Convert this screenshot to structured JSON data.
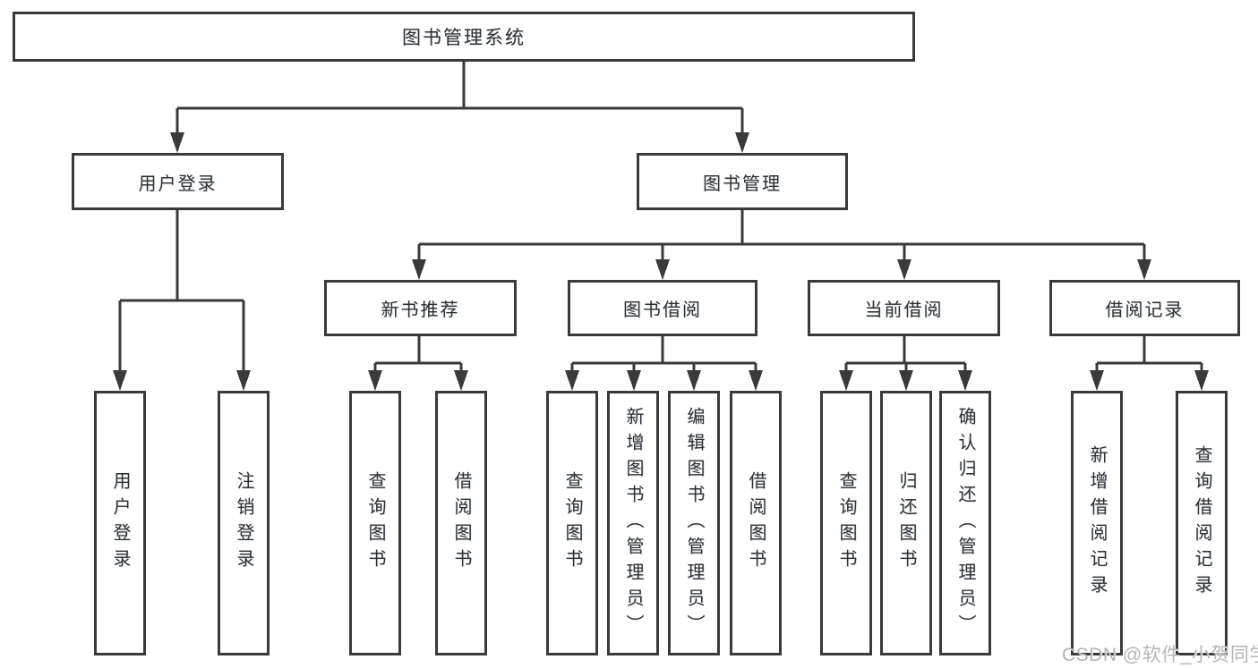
{
  "root": {
    "label": "图书管理系统"
  },
  "branches": {
    "user_login": {
      "label": "用户登录",
      "children": [
        "用户登录",
        "注销登录"
      ]
    },
    "book_mgmt": {
      "label": "图书管理",
      "groups": {
        "new_book": {
          "label": "新书推荐",
          "children": [
            "查询图书",
            "借阅图书"
          ]
        },
        "book_borrow": {
          "label": "图书借阅",
          "children": [
            "查询图书",
            "新增图书（管理员）",
            "编辑图书（管理员）",
            "借阅图书"
          ]
        },
        "current_borrow": {
          "label": "当前借阅",
          "children": [
            "查询图书",
            "归还图书",
            "确认归还（管理员）"
          ]
        },
        "borrow_record": {
          "label": "借阅记录",
          "children": [
            "新增借阅记录",
            "查询借阅记录"
          ]
        }
      }
    }
  },
  "watermark": "CSDN @软件_小贺同学",
  "colors": {
    "line": "#3a3a3a",
    "text": "#2f2f2f",
    "watermark": "#b5b5b5",
    "background": "#ffffff"
  }
}
